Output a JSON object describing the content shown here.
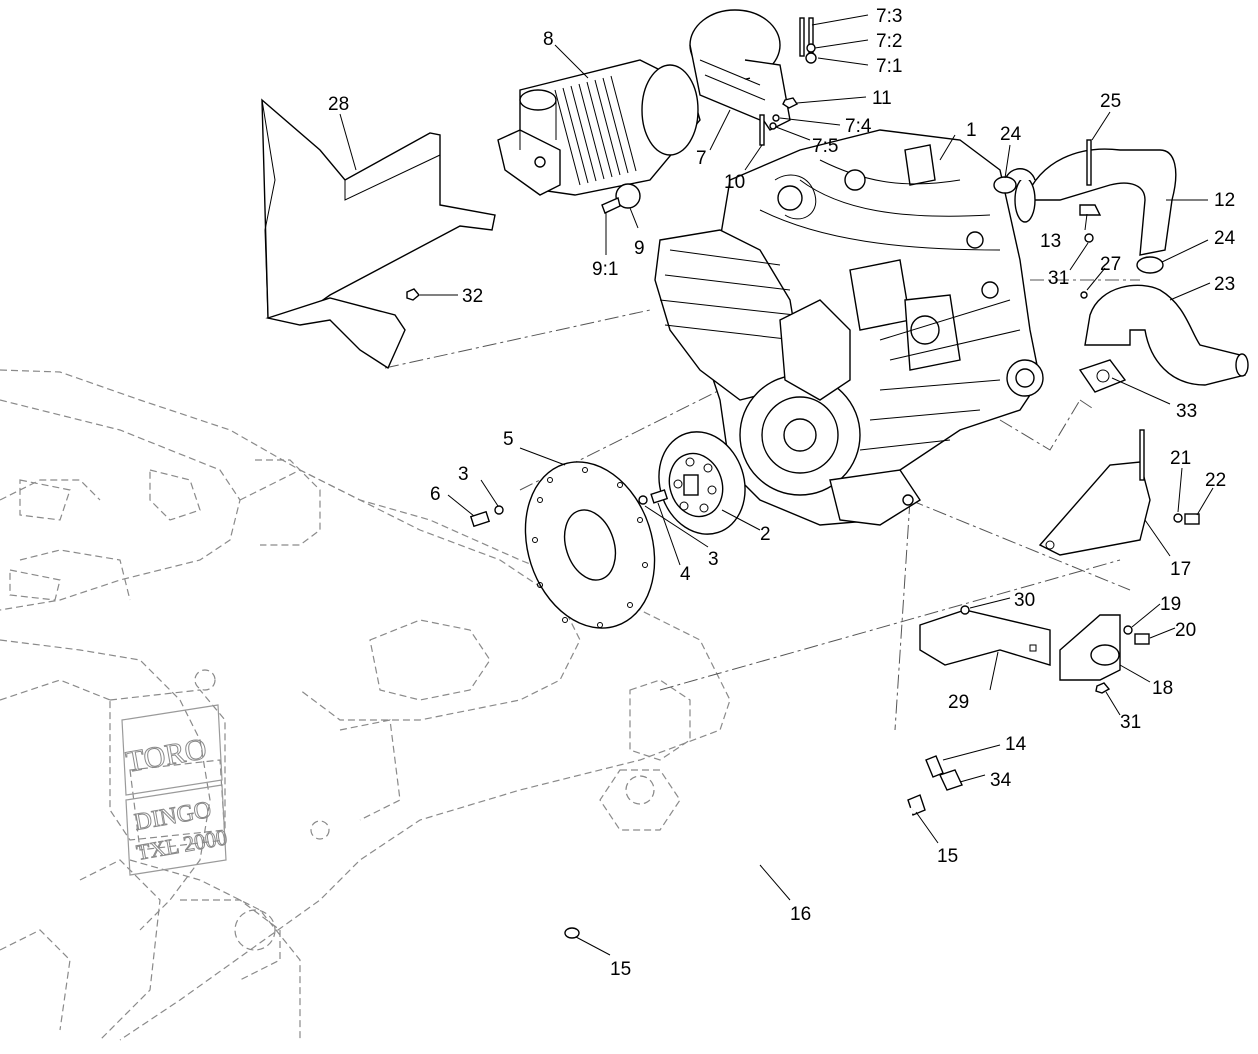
{
  "frame_stamp": {
    "brand": "TORO",
    "model_line1": "DINGO",
    "model_line2": "TXL 2000"
  },
  "callouts": [
    {
      "id": "c1",
      "label": "1"
    },
    {
      "id": "c2",
      "label": "2"
    },
    {
      "id": "c3a",
      "label": "3"
    },
    {
      "id": "c3b",
      "label": "3"
    },
    {
      "id": "c4",
      "label": "4"
    },
    {
      "id": "c5",
      "label": "5"
    },
    {
      "id": "c6",
      "label": "6"
    },
    {
      "id": "c7",
      "label": "7"
    },
    {
      "id": "c7_1",
      "label": "7:1"
    },
    {
      "id": "c7_2",
      "label": "7:2"
    },
    {
      "id": "c7_3",
      "label": "7:3"
    },
    {
      "id": "c7_4",
      "label": "7:4"
    },
    {
      "id": "c7_5",
      "label": "7:5"
    },
    {
      "id": "c8",
      "label": "8"
    },
    {
      "id": "c9",
      "label": "9"
    },
    {
      "id": "c9_1",
      "label": "9:1"
    },
    {
      "id": "c10",
      "label": "10"
    },
    {
      "id": "c11",
      "label": "11"
    },
    {
      "id": "c12",
      "label": "12"
    },
    {
      "id": "c13",
      "label": "13"
    },
    {
      "id": "c14",
      "label": "14"
    },
    {
      "id": "c15a",
      "label": "15"
    },
    {
      "id": "c15b",
      "label": "15"
    },
    {
      "id": "c16",
      "label": "16"
    },
    {
      "id": "c17",
      "label": "17"
    },
    {
      "id": "c18",
      "label": "18"
    },
    {
      "id": "c19",
      "label": "19"
    },
    {
      "id": "c20",
      "label": "20"
    },
    {
      "id": "c21",
      "label": "21"
    },
    {
      "id": "c22",
      "label": "22"
    },
    {
      "id": "c23",
      "label": "23"
    },
    {
      "id": "c24a",
      "label": "24"
    },
    {
      "id": "c24b",
      "label": "24"
    },
    {
      "id": "c25",
      "label": "25"
    },
    {
      "id": "c27",
      "label": "27"
    },
    {
      "id": "c28",
      "label": "28"
    },
    {
      "id": "c29",
      "label": "29"
    },
    {
      "id": "c30",
      "label": "30"
    },
    {
      "id": "c31a",
      "label": "31"
    },
    {
      "id": "c31b",
      "label": "31"
    },
    {
      "id": "c32",
      "label": "32"
    },
    {
      "id": "c33",
      "label": "33"
    },
    {
      "id": "c34",
      "label": "34"
    }
  ]
}
